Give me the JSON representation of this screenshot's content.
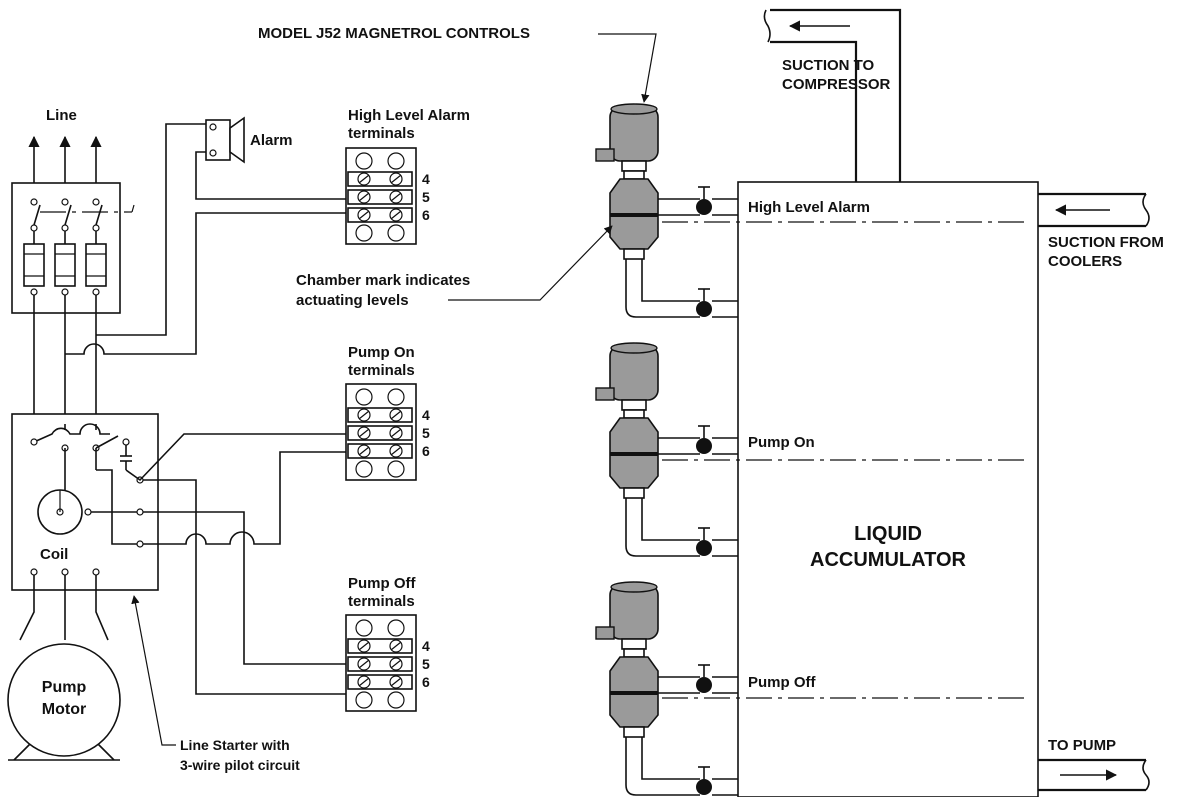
{
  "labels": {
    "model": "MODEL J52 MAGNETROL CONTROLS",
    "suction_to_line1": "SUCTION TO",
    "suction_to_line2": "COMPRESSOR",
    "line": "Line",
    "alarm": "Alarm",
    "high_alarm_title_line1": "High Level Alarm",
    "high_alarm_title_line2": "terminals",
    "high_level_alarm": "High Level Alarm",
    "suction_from_line1": "SUCTION FROM",
    "suction_from_line2": "COOLERS",
    "chamber_line1": "Chamber mark indicates",
    "chamber_line2": "actuating levels",
    "pump_on_title_line1": "Pump On",
    "pump_on_title_line2": "terminals",
    "pump_on": "Pump On",
    "liquid_line1": "LIQUID",
    "liquid_line2": "ACCUMULATOR",
    "coil": "Coil",
    "pump_off_title_line1": "Pump Off",
    "pump_off_title_line2": "terminals",
    "pump_off": "Pump Off",
    "pump_motor_line1": "Pump",
    "pump_motor_line2": "Motor",
    "line_starter_line1": "Line Starter with",
    "line_starter_line2": "3-wire pilot circuit",
    "to_pump": "TO PUMP"
  },
  "terminal_numbers": [
    "4",
    "5",
    "6"
  ],
  "colors": {
    "ink": "#111111",
    "control_gray": "#9a9a9a",
    "background": "#ffffff"
  }
}
